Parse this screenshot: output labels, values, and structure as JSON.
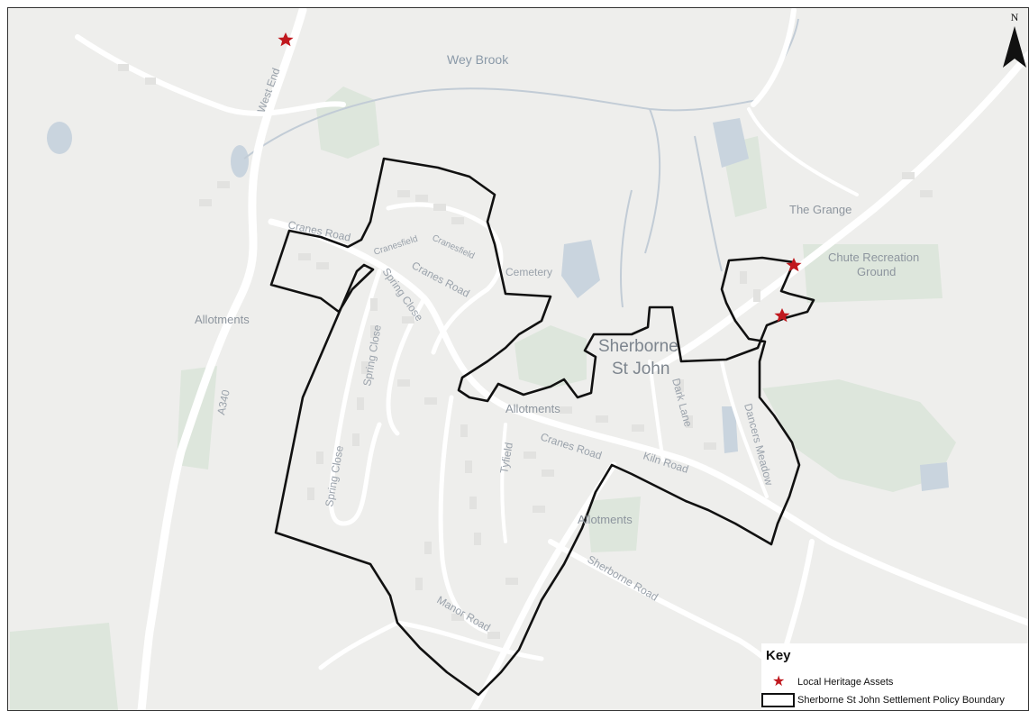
{
  "map": {
    "labels": {
      "wey_brook": "Wey Brook",
      "west_end": "West End",
      "cranes_road_west": "Cranes Road",
      "cranesfield_1": "Cranesfield",
      "cranesfield_2": "Cranesfield",
      "cranes_road_north": "Cranes Road",
      "cemetery": "Cemetery",
      "spring_close_1": "Spring Close",
      "spring_close_2": "Spring Close",
      "spring_close_3": "Spring Close",
      "allotments_west": "Allotments",
      "a340": "A340",
      "village_line1": "Sherborne",
      "village_line2": "St John",
      "the_grange": "The Grange",
      "chute_line1": "Chute Recreation",
      "chute_line2": "Ground",
      "allotments_centre": "Allotments",
      "cranes_road_south": "Cranes Road",
      "kiln_road": "Kiln Road",
      "dark_lane": "Dark Lane",
      "dancers_meadow": "Dancers Meadow",
      "tyfield": "Tyfield",
      "allotments_south": "Allotments",
      "sherborne_road": "Sherborne Road",
      "manor_road": "Manor Road"
    },
    "north": "N",
    "boundary_color": "#111111",
    "heritage_color": "#c0181e",
    "heritage_assets_shown": 3
  },
  "legend": {
    "title": "Key",
    "heritage": "Local Heritage Assets",
    "boundary": "Sherborne St John Settlement Policy Boundary"
  }
}
